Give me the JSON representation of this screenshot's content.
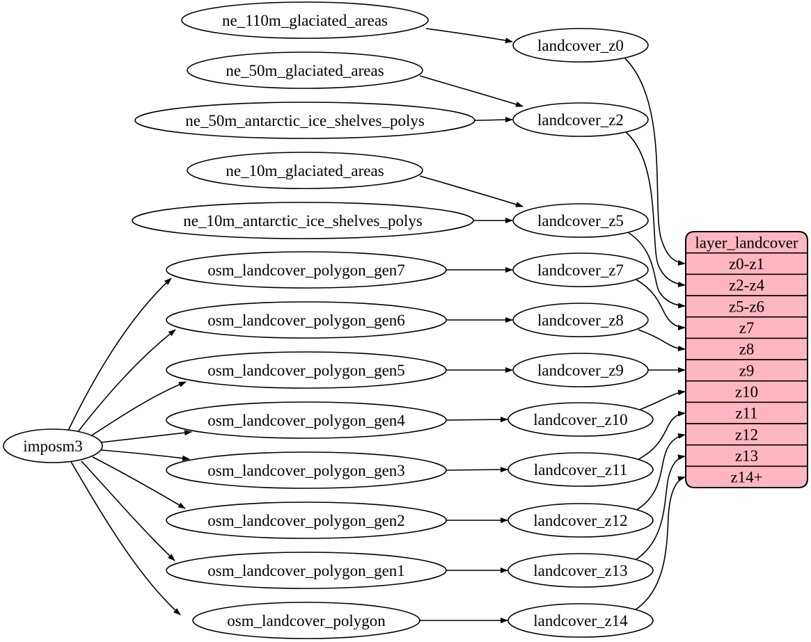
{
  "diagram": {
    "type": "flow-graph",
    "background": "#ffffff",
    "colors": {
      "node_fill": "#ffffff",
      "node_stroke": "#000000",
      "edge_stroke": "#000000",
      "record_fill": "#ffb6c1",
      "record_stroke": "#000000",
      "text": "#000000"
    },
    "nodes": [
      {
        "id": "imposm3",
        "label": "imposm3",
        "shape": "ellipse"
      },
      {
        "id": "ne_110m_glaciated_areas",
        "label": "ne_110m_glaciated_areas",
        "shape": "ellipse"
      },
      {
        "id": "ne_50m_glaciated_areas",
        "label": "ne_50m_glaciated_areas",
        "shape": "ellipse"
      },
      {
        "id": "ne_50m_antarctic_ice_shelves_polys",
        "label": "ne_50m_antarctic_ice_shelves_polys",
        "shape": "ellipse"
      },
      {
        "id": "ne_10m_glaciated_areas",
        "label": "ne_10m_glaciated_areas",
        "shape": "ellipse"
      },
      {
        "id": "ne_10m_antarctic_ice_shelves_polys",
        "label": "ne_10m_antarctic_ice_shelves_polys",
        "shape": "ellipse"
      },
      {
        "id": "osm_landcover_polygon_gen7",
        "label": "osm_landcover_polygon_gen7",
        "shape": "ellipse"
      },
      {
        "id": "osm_landcover_polygon_gen6",
        "label": "osm_landcover_polygon_gen6",
        "shape": "ellipse"
      },
      {
        "id": "osm_landcover_polygon_gen5",
        "label": "osm_landcover_polygon_gen5",
        "shape": "ellipse"
      },
      {
        "id": "osm_landcover_polygon_gen4",
        "label": "osm_landcover_polygon_gen4",
        "shape": "ellipse"
      },
      {
        "id": "osm_landcover_polygon_gen3",
        "label": "osm_landcover_polygon_gen3",
        "shape": "ellipse"
      },
      {
        "id": "osm_landcover_polygon_gen2",
        "label": "osm_landcover_polygon_gen2",
        "shape": "ellipse"
      },
      {
        "id": "osm_landcover_polygon_gen1",
        "label": "osm_landcover_polygon_gen1",
        "shape": "ellipse"
      },
      {
        "id": "osm_landcover_polygon",
        "label": "osm_landcover_polygon",
        "shape": "ellipse"
      },
      {
        "id": "landcover_z0",
        "label": "landcover_z0",
        "shape": "ellipse"
      },
      {
        "id": "landcover_z2",
        "label": "landcover_z2",
        "shape": "ellipse"
      },
      {
        "id": "landcover_z5",
        "label": "landcover_z5",
        "shape": "ellipse"
      },
      {
        "id": "landcover_z7",
        "label": "landcover_z7",
        "shape": "ellipse"
      },
      {
        "id": "landcover_z8",
        "label": "landcover_z8",
        "shape": "ellipse"
      },
      {
        "id": "landcover_z9",
        "label": "landcover_z9",
        "shape": "ellipse"
      },
      {
        "id": "landcover_z10",
        "label": "landcover_z10",
        "shape": "ellipse"
      },
      {
        "id": "landcover_z11",
        "label": "landcover_z11",
        "shape": "ellipse"
      },
      {
        "id": "landcover_z12",
        "label": "landcover_z12",
        "shape": "ellipse"
      },
      {
        "id": "landcover_z13",
        "label": "landcover_z13",
        "shape": "ellipse"
      },
      {
        "id": "landcover_z14",
        "label": "landcover_z14",
        "shape": "ellipse"
      }
    ],
    "record": {
      "id": "layer_landcover",
      "title": "layer_landcover",
      "rows": [
        "z0-z1",
        "z2-z4",
        "z5-z6",
        "z7",
        "z8",
        "z9",
        "z10",
        "z11",
        "z12",
        "z13",
        "z14+"
      ]
    },
    "edges": [
      {
        "from": "imposm3",
        "to": "osm_landcover_polygon_gen7"
      },
      {
        "from": "imposm3",
        "to": "osm_landcover_polygon_gen6"
      },
      {
        "from": "imposm3",
        "to": "osm_landcover_polygon_gen5"
      },
      {
        "from": "imposm3",
        "to": "osm_landcover_polygon_gen4"
      },
      {
        "from": "imposm3",
        "to": "osm_landcover_polygon_gen3"
      },
      {
        "from": "imposm3",
        "to": "osm_landcover_polygon_gen2"
      },
      {
        "from": "imposm3",
        "to": "osm_landcover_polygon_gen1"
      },
      {
        "from": "imposm3",
        "to": "osm_landcover_polygon"
      },
      {
        "from": "ne_110m_glaciated_areas",
        "to": "landcover_z0"
      },
      {
        "from": "ne_50m_glaciated_areas",
        "to": "landcover_z2"
      },
      {
        "from": "ne_50m_antarctic_ice_shelves_polys",
        "to": "landcover_z2"
      },
      {
        "from": "ne_10m_glaciated_areas",
        "to": "landcover_z5"
      },
      {
        "from": "ne_10m_antarctic_ice_shelves_polys",
        "to": "landcover_z5"
      },
      {
        "from": "osm_landcover_polygon_gen7",
        "to": "landcover_z7"
      },
      {
        "from": "osm_landcover_polygon_gen6",
        "to": "landcover_z8"
      },
      {
        "from": "osm_landcover_polygon_gen5",
        "to": "landcover_z9"
      },
      {
        "from": "osm_landcover_polygon_gen4",
        "to": "landcover_z10"
      },
      {
        "from": "osm_landcover_polygon_gen3",
        "to": "landcover_z11"
      },
      {
        "from": "osm_landcover_polygon_gen2",
        "to": "landcover_z12"
      },
      {
        "from": "osm_landcover_polygon_gen1",
        "to": "landcover_z13"
      },
      {
        "from": "osm_landcover_polygon",
        "to": "landcover_z14"
      },
      {
        "from": "landcover_z0",
        "to": "layer_landcover",
        "port": "z0-z1"
      },
      {
        "from": "landcover_z2",
        "to": "layer_landcover",
        "port": "z2-z4"
      },
      {
        "from": "landcover_z5",
        "to": "layer_landcover",
        "port": "z5-z6"
      },
      {
        "from": "landcover_z7",
        "to": "layer_landcover",
        "port": "z7"
      },
      {
        "from": "landcover_z8",
        "to": "layer_landcover",
        "port": "z8"
      },
      {
        "from": "landcover_z9",
        "to": "layer_landcover",
        "port": "z9"
      },
      {
        "from": "landcover_z10",
        "to": "layer_landcover",
        "port": "z10"
      },
      {
        "from": "landcover_z11",
        "to": "layer_landcover",
        "port": "z11"
      },
      {
        "from": "landcover_z12",
        "to": "layer_landcover",
        "port": "z12"
      },
      {
        "from": "landcover_z13",
        "to": "layer_landcover",
        "port": "z13"
      },
      {
        "from": "landcover_z14",
        "to": "layer_landcover",
        "port": "z14+"
      }
    ]
  }
}
